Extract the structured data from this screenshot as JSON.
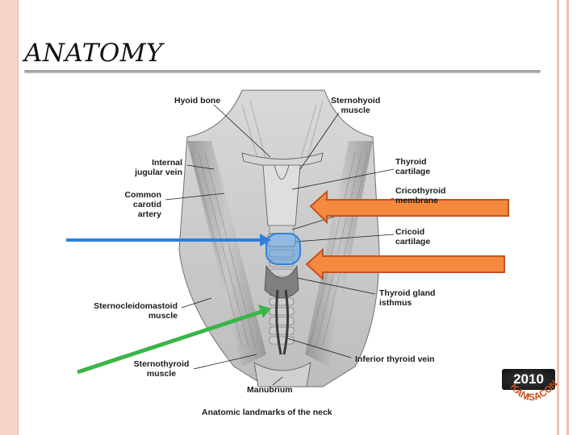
{
  "slide": {
    "title": "ANATOMY",
    "caption": "Anatomic landmarks of the neck"
  },
  "labels": {
    "hyoid_bone": "Hyoid bone",
    "sternohyoid_muscle": "Sternohyoid\nmuscle",
    "internal_jugular_vein": "Internal\njugular vein",
    "thyroid_cartilage": "Thyroid\ncartilage",
    "common_carotid_artery": "Common\ncarotid\nartery",
    "cricothyroid_membrane": "Cricothyroid\nmembrane",
    "cricoid_cartilage": "Cricoid\ncartilage",
    "thyroid_gland_isthmus": "Thyroid gland\nisthmus",
    "sternocleidomastoid_muscle": "Sternocleidomastoid\nmuscle",
    "inferior_thyroid_vein": "Inferior thyroid vein",
    "sternothyroid_muscle": "Sternothyroid\nmuscle",
    "manubrium": "Manubrium"
  },
  "badge": {
    "year": "2010",
    "text": "KANISACON"
  },
  "colors": {
    "frame": "#f6d4c8",
    "orange_arrow": "#f5893e",
    "blue_arrow": "#2f7fd9",
    "green_arrow": "#3bb54a"
  }
}
